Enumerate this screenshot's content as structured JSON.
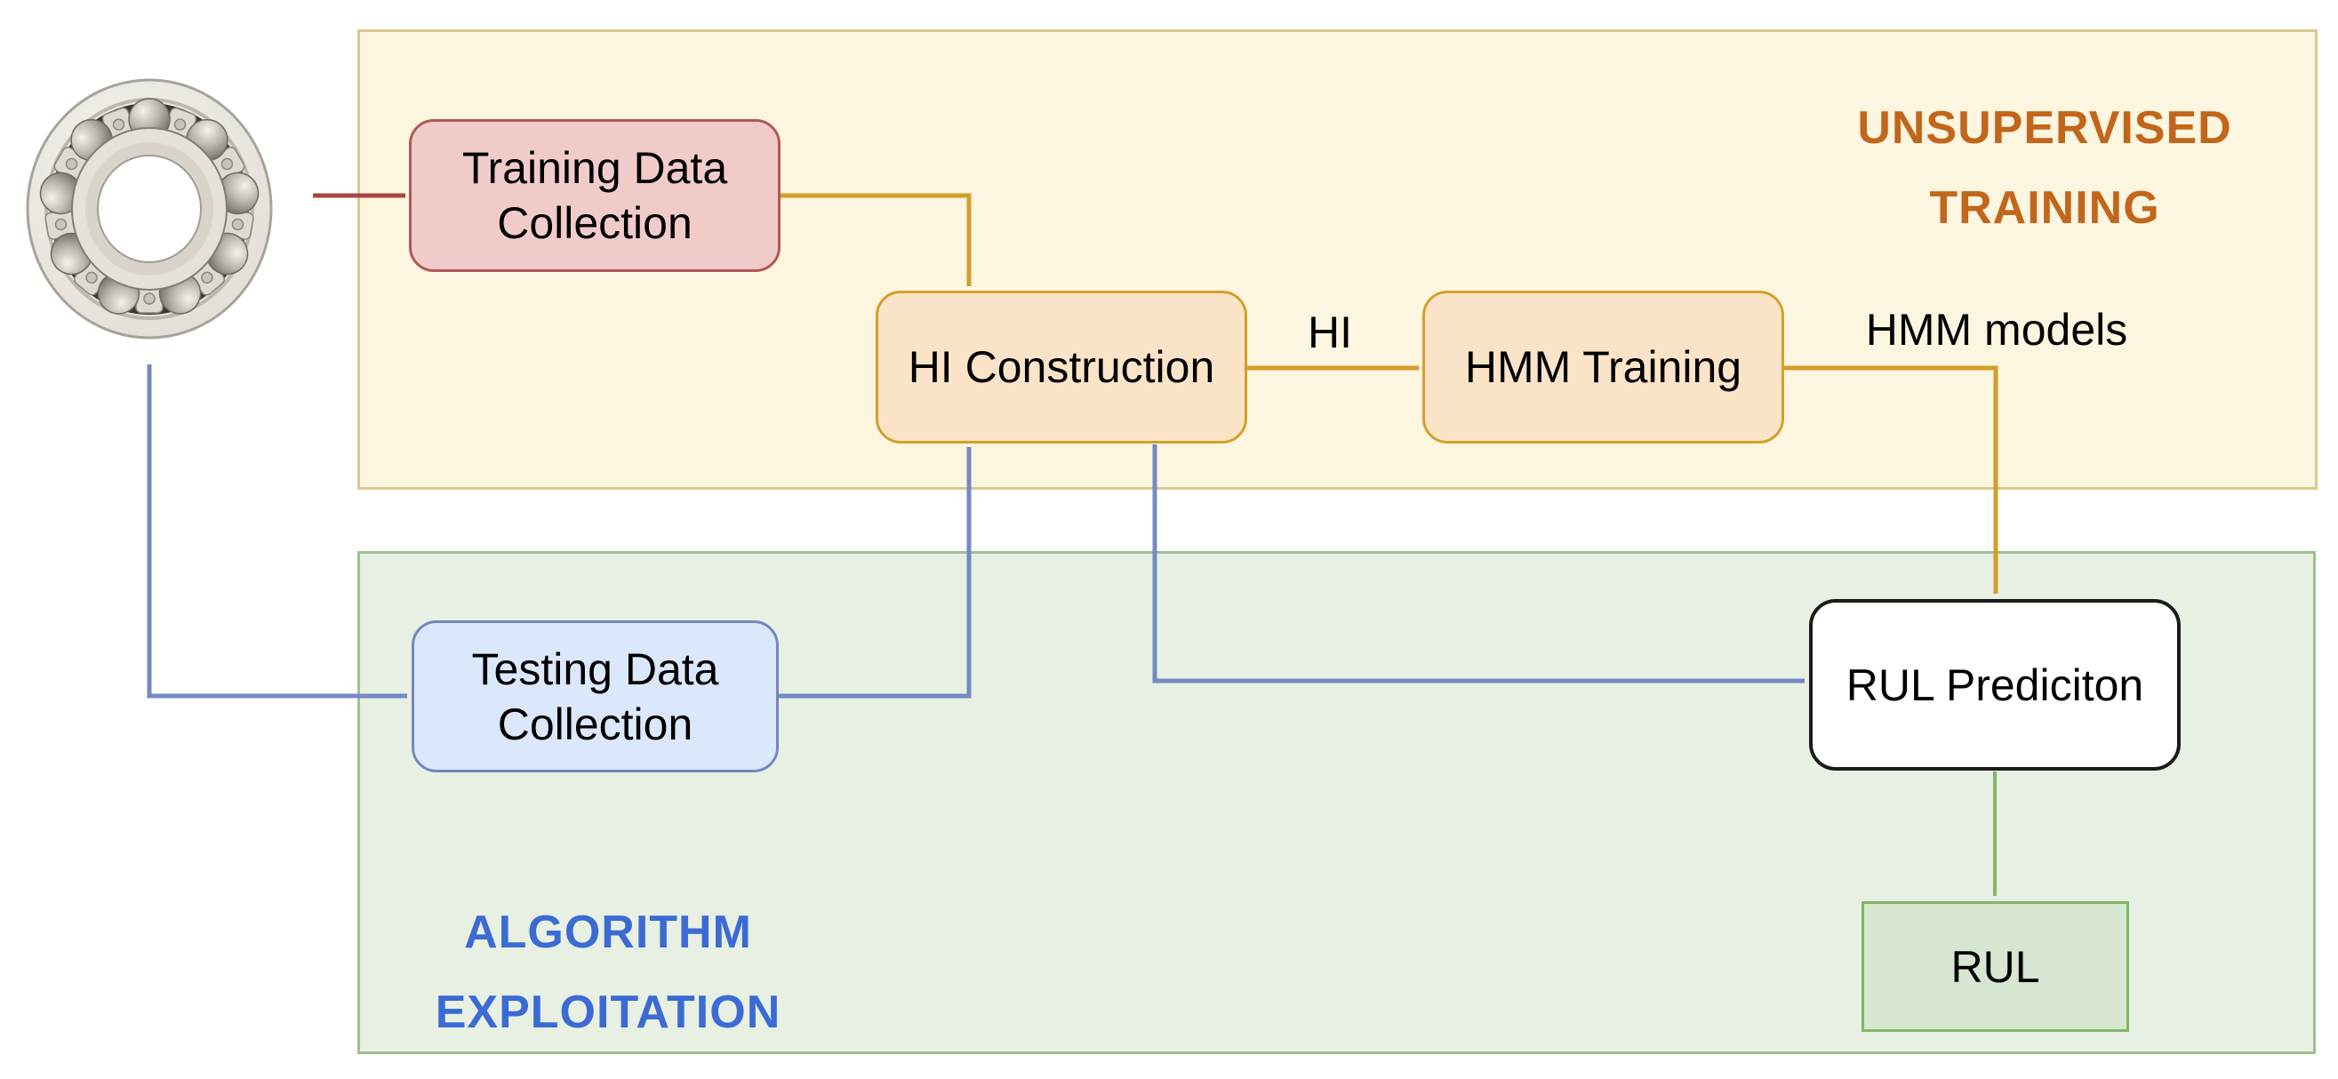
{
  "regions": {
    "unsupervised": {
      "title_line1": "UNSUPERVISED",
      "title_line2": "TRAINING"
    },
    "exploitation": {
      "title_line1": "ALGORITHM",
      "title_line2": "EXPLOITATION"
    }
  },
  "nodes": {
    "training": {
      "line1": "Training Data",
      "line2": "Collection"
    },
    "hi_construction": {
      "label": "HI Construction"
    },
    "hmm_training": {
      "label": "HMM Training"
    },
    "testing": {
      "line1": "Testing Data",
      "line2": "Collection"
    },
    "rul_prediction": {
      "label": "RUL Prediciton"
    },
    "rul": {
      "label": "RUL"
    }
  },
  "edge_labels": {
    "hi": "HI",
    "hmm_models": "HMM models"
  },
  "icons": {
    "bearing": "ball-bearing-photo"
  },
  "colors": {
    "background": "#FFFFFF",
    "unsupervised_region_fill": "#FCF5DF",
    "unsupervised_region_border": "#DCC88E",
    "unsupervised_title_text": "#C2661C",
    "exploitation_region_fill": "#E7F0E3",
    "exploitation_region_border": "#9CC092",
    "exploitation_title_text": "#3B6AD4",
    "training_box_fill": "#F1CBCA",
    "training_box_border": "#AF5A55",
    "orange_box_fill": "#FBE3C8",
    "orange_box_border": "#D2A02A",
    "testing_box_fill": "#DBE7FA",
    "testing_box_border": "#7288BC",
    "rul_prediction_fill": "#FFFFFF",
    "rul_prediction_border": "#1A1A1A",
    "rul_box_fill": "#D6E6D0",
    "rul_box_border": "#84B466",
    "arrow_red": "#A84741",
    "arrow_gold": "#D2A02A",
    "arrow_blue": "#7589C2",
    "arrow_green": "#85B568",
    "node_text": "#000000"
  }
}
